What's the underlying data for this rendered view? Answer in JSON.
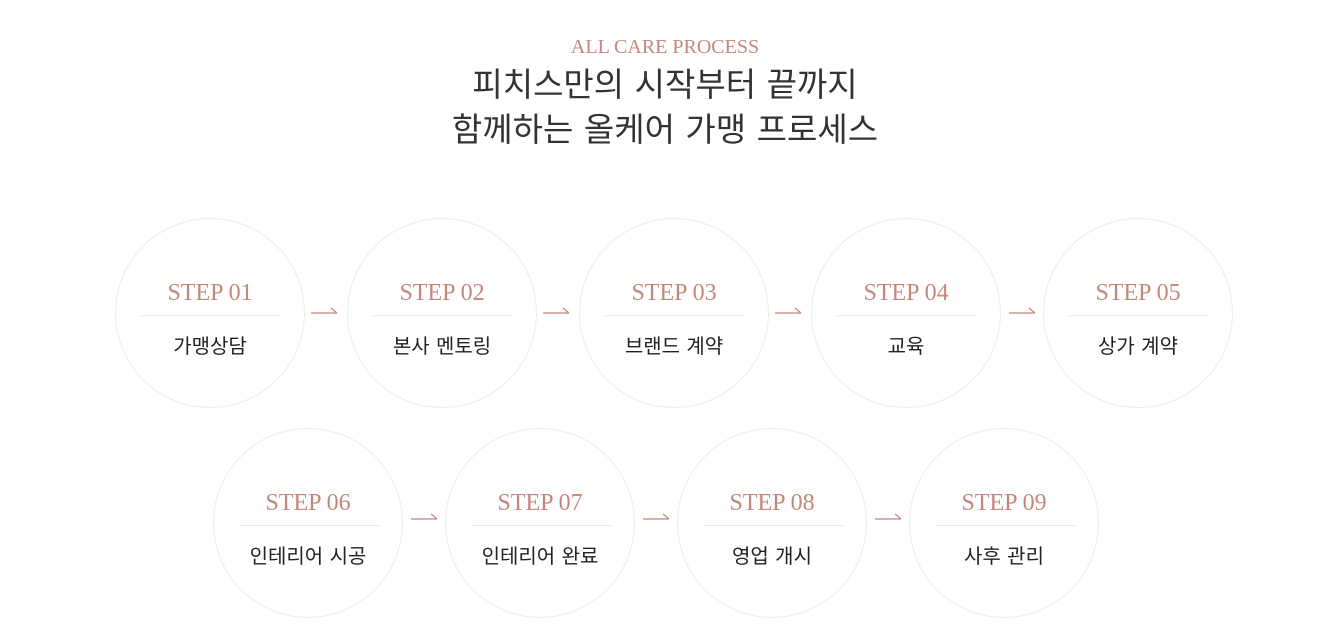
{
  "header": {
    "eyebrow": "ALL CARE PROCESS",
    "title_line1": "피치스만의 시작부터 끝까지",
    "title_line2": "함께하는 올케어 가맹 프로세스"
  },
  "steps": [
    {
      "label": "STEP 01",
      "title": "가맹상담"
    },
    {
      "label": "STEP 02",
      "title": "본사 멘토링"
    },
    {
      "label": "STEP 03",
      "title": "브랜드 계약"
    },
    {
      "label": "STEP 04",
      "title": "교육"
    },
    {
      "label": "STEP 05",
      "title": "상가 계약"
    },
    {
      "label": "STEP 06",
      "title": "인테리어 시공"
    },
    {
      "label": "STEP 07",
      "title": "인테리어 완료"
    },
    {
      "label": "STEP 08",
      "title": "영업 개시"
    },
    {
      "label": "STEP 09",
      "title": "사후 관리"
    }
  ],
  "colors": {
    "accent": "#c4877a",
    "heading": "#333333",
    "circle_border": "#ececec"
  },
  "icons": {
    "arrow": "arrow-right-icon"
  }
}
